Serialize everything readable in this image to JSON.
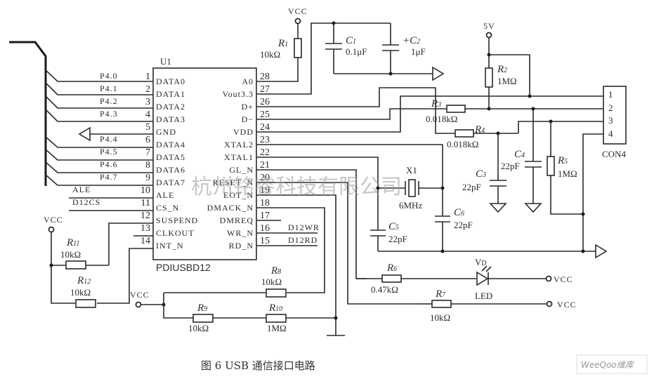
{
  "caption": "图 6  USB 通信接口电路",
  "watermark": "杭州铭睿科技有限公司",
  "site_logo": "WeeQoo维库",
  "ic": {
    "ref": "U1",
    "part": "PDIUSBD12",
    "left_pins": [
      {
        "num": "1",
        "name": "DATA0",
        "net": "P4.0"
      },
      {
        "num": "2",
        "name": "DATA1",
        "net": "P4.1"
      },
      {
        "num": "3",
        "name": "DATA2",
        "net": "P4.2"
      },
      {
        "num": "4",
        "name": "DATA3",
        "net": "P4.3"
      },
      {
        "num": "5",
        "name": "GND",
        "net": ""
      },
      {
        "num": "6",
        "name": "DATA4",
        "net": "P4.4"
      },
      {
        "num": "7",
        "name": "DATA5",
        "net": "P4.5"
      },
      {
        "num": "8",
        "name": "DATA6",
        "net": "P4.6"
      },
      {
        "num": "9",
        "name": "DATA7",
        "net": "P4.7"
      },
      {
        "num": "10",
        "name": "ALE",
        "net": "ALE"
      },
      {
        "num": "11",
        "name": "CS_N",
        "net": "D12CS"
      },
      {
        "num": "12",
        "name": "SUSPEND",
        "net": ""
      },
      {
        "num": "13",
        "name": "CLKOUT",
        "net": ""
      },
      {
        "num": "14",
        "name": "INT_N",
        "net": ""
      }
    ],
    "right_pins": [
      {
        "num": "28",
        "name": "A0",
        "net": ""
      },
      {
        "num": "27",
        "name": "Vout3.3",
        "net": ""
      },
      {
        "num": "26",
        "name": "D+",
        "net": ""
      },
      {
        "num": "25",
        "name": "D−",
        "net": ""
      },
      {
        "num": "24",
        "name": "VDD",
        "net": ""
      },
      {
        "num": "23",
        "name": "XTAL2",
        "net": ""
      },
      {
        "num": "22",
        "name": "XTAL1",
        "net": ""
      },
      {
        "num": "21",
        "name": "GL_N",
        "net": ""
      },
      {
        "num": "20",
        "name": "RESET_N",
        "net": ""
      },
      {
        "num": "19",
        "name": "EOT_N",
        "net": ""
      },
      {
        "num": "18",
        "name": "DMACK_N",
        "net": ""
      },
      {
        "num": "17",
        "name": "DMREQ",
        "net": ""
      },
      {
        "num": "16",
        "name": "WR_N",
        "net": "D12WR"
      },
      {
        "num": "15",
        "name": "RD_N",
        "net": "D12RD"
      }
    ]
  },
  "components": {
    "R1": {
      "ref": "R",
      "sub": "1",
      "value": "10kΩ"
    },
    "R2": {
      "ref": "R",
      "sub": "2",
      "value": "1MΩ"
    },
    "R3": {
      "ref": "R",
      "sub": "3",
      "value": "0.018kΩ"
    },
    "R4": {
      "ref": "R",
      "sub": "4",
      "value": "0.018kΩ"
    },
    "R5": {
      "ref": "R",
      "sub": "5",
      "value": "1MΩ"
    },
    "R6": {
      "ref": "R",
      "sub": "6",
      "value": "0.47kΩ"
    },
    "R7": {
      "ref": "R",
      "sub": "7",
      "value": "10kΩ"
    },
    "R8": {
      "ref": "R",
      "sub": "8",
      "value": "10kΩ"
    },
    "R9": {
      "ref": "R",
      "sub": "9",
      "value": "10kΩ"
    },
    "R10": {
      "ref": "R",
      "sub": "10",
      "value": "1MΩ"
    },
    "R11": {
      "ref": "R",
      "sub": "11",
      "value": "10kΩ"
    },
    "R12": {
      "ref": "R",
      "sub": "12",
      "value": "10kΩ"
    },
    "C1": {
      "ref": "C",
      "sub": "1",
      "value": "0.1μF"
    },
    "C2": {
      "ref": "+C",
      "sub": "2",
      "value": "1μF"
    },
    "C3": {
      "ref": "C",
      "sub": "3",
      "value": "22pF"
    },
    "C4": {
      "ref": "C",
      "sub": "4",
      "value": "22pF"
    },
    "C5": {
      "ref": "C",
      "sub": "5",
      "value": "22pF"
    },
    "C6": {
      "ref": "C",
      "sub": "6",
      "value": "22pF"
    },
    "X1": {
      "ref": "X1",
      "value": "6MHz"
    },
    "VD": {
      "ref": "V",
      "sub": "D",
      "value": "LED"
    },
    "CON4": {
      "ref": "CON4",
      "pins": [
        "1",
        "2",
        "3",
        "4"
      ]
    }
  },
  "power": {
    "vcc": "VCC",
    "v5": "5V"
  }
}
